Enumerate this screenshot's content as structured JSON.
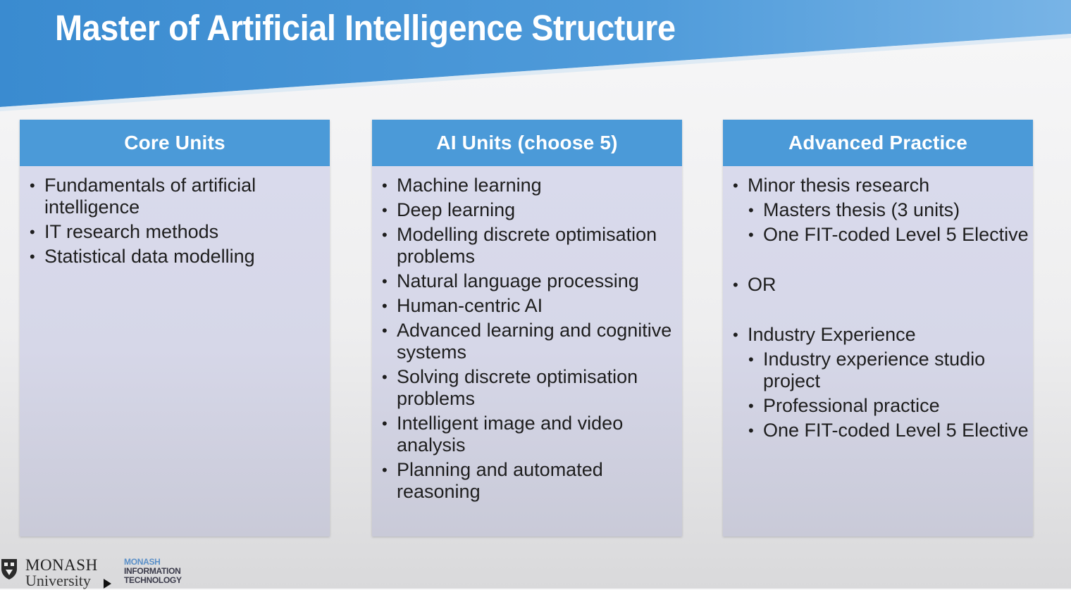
{
  "slide": {
    "title": "Master of Artificial Intelligence Structure",
    "colors": {
      "banner_primary": "#3f8fd2",
      "banner_light": "#6fb0e4",
      "panel_header": "#4b9ad8",
      "panel_body": "#d8d9eb"
    }
  },
  "panels": [
    {
      "heading": "Core Units",
      "items": [
        {
          "text": "Fundamentals of artificial intelligence",
          "level": 1
        },
        {
          "text": "IT research methods",
          "level": 1
        },
        {
          "text": "Statistical data modelling",
          "level": 1
        }
      ]
    },
    {
      "heading": "AI Units (choose 5)",
      "items": [
        {
          "text": "Machine learning",
          "level": 1
        },
        {
          "text": "Deep learning",
          "level": 1
        },
        {
          "text": "Modelling discrete optimisation problems",
          "level": 1
        },
        {
          "text": "Natural language processing",
          "level": 1
        },
        {
          "text": "Human-centric AI",
          "level": 1
        },
        {
          "text": "Advanced learning and cognitive systems",
          "level": 1
        },
        {
          "text": "Solving discrete optimisation problems",
          "level": 1
        },
        {
          "text": "Intelligent image and video analysis",
          "level": 1
        },
        {
          "text": "Planning and automated reasoning",
          "level": 1
        }
      ]
    },
    {
      "heading": "Advanced Practice",
      "items": [
        {
          "text": "Minor thesis research",
          "level": 1
        },
        {
          "text": "Masters thesis (3 units)",
          "level": 2
        },
        {
          "text": "One FIT-coded Level 5 Elective",
          "level": 2
        },
        {
          "text": "OR",
          "level": 1
        },
        {
          "text": "Industry Experience",
          "level": 1
        },
        {
          "text": "Industry experience studio project",
          "level": 2
        },
        {
          "text": "Professional practice",
          "level": 2
        },
        {
          "text": "One FIT-coded Level 5 Elective",
          "level": 2
        }
      ]
    }
  ],
  "footer": {
    "logo_name": "MONASH",
    "logo_sub": "University",
    "faculty_line1": "MONASH",
    "faculty_line2": "INFORMATION",
    "faculty_line3": "TECHNOLOGY",
    "crest_icon": "monash-crest-icon",
    "play_icon": "play-icon"
  }
}
